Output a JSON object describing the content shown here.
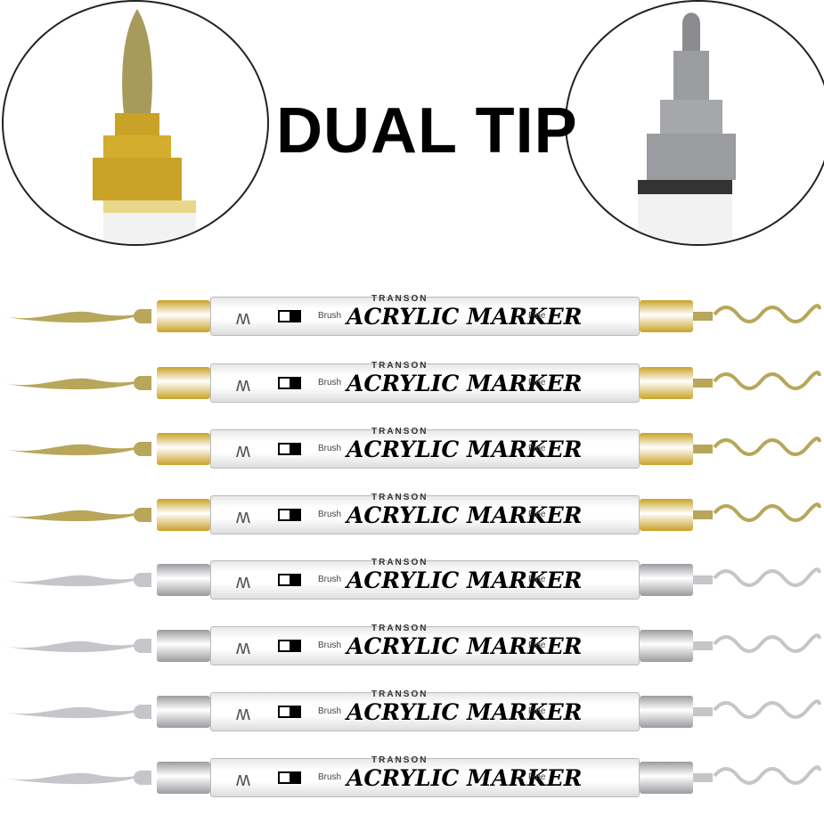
{
  "headline": "DUAL TIP",
  "marker_label": {
    "brand": "TRANSON",
    "brush": "Brush",
    "title": "ACRYLIC MARKER",
    "fine": "Fine"
  },
  "markers": [
    {
      "color": "gold"
    },
    {
      "color": "gold"
    },
    {
      "color": "gold"
    },
    {
      "color": "gold"
    },
    {
      "color": "silver"
    },
    {
      "color": "silver"
    },
    {
      "color": "silver"
    },
    {
      "color": "silver"
    }
  ],
  "colors": {
    "gold": "#c9a227",
    "gold_light": "#b8a65a",
    "silver": "#9a9c9f",
    "silver_light": "#c4c6c9"
  }
}
